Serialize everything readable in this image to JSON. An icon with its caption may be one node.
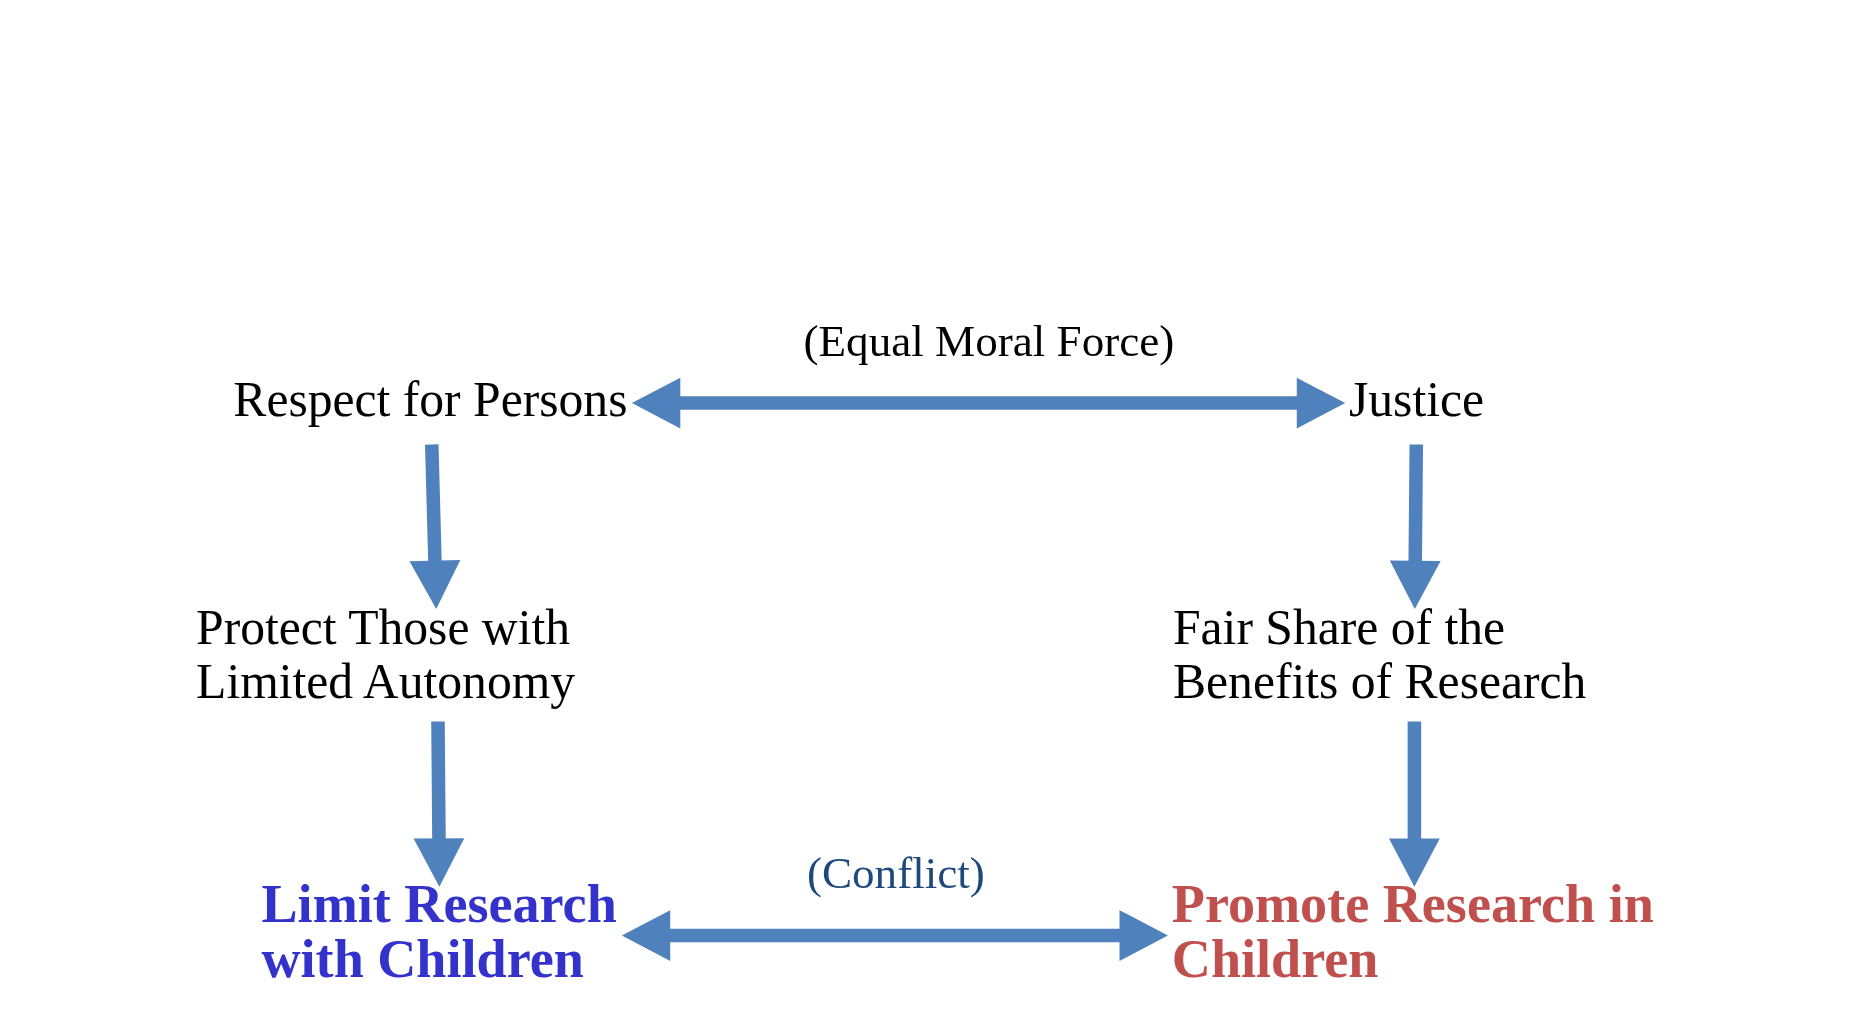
{
  "diagram": {
    "nodes": [
      {
        "text": [
          "Respect for Persons"
        ]
      },
      {
        "text": [
          "Justice"
        ]
      },
      {
        "text": [
          "Protect Those with Limited Autonomy"
        ]
      },
      {
        "text": [
          "Fair Share of the Benefits of Research"
        ]
      },
      {
        "text": [
          "Limit Research with Children"
        ]
      },
      {
        "text": [
          "Promote Research in Children"
        ]
      }
    ],
    "edges": [
      {
        "from": 0,
        "to": 1,
        "arrow": "both",
        "label": "(Equal Moral Force)"
      },
      {
        "from": 0,
        "to": 2,
        "arrow": "to"
      },
      {
        "from": 1,
        "to": 3,
        "arrow": "to"
      },
      {
        "from": 2,
        "to": 4,
        "arrow": "to"
      },
      {
        "from": 3,
        "to": 5,
        "arrow": "to"
      },
      {
        "from": 4,
        "to": 5,
        "arrow": "both",
        "label": "(Conflict)"
      }
    ]
  }
}
